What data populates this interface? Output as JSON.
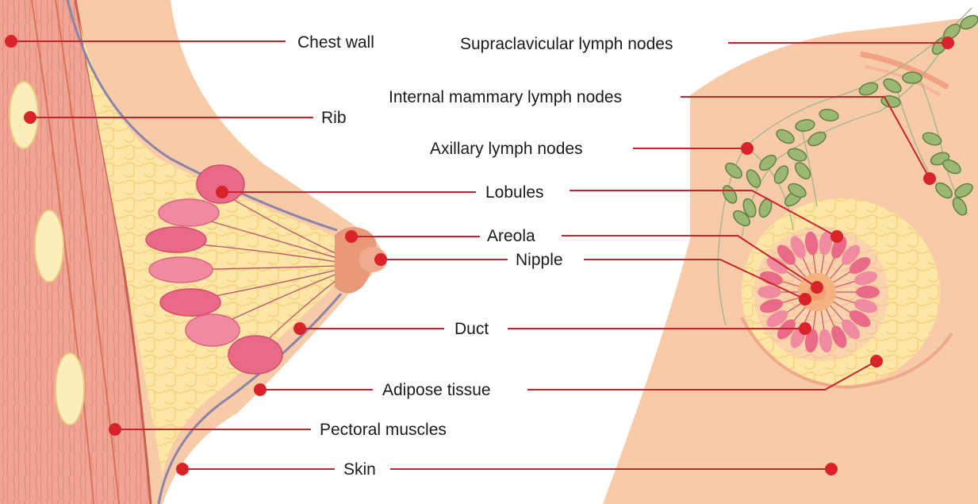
{
  "colors": {
    "skin": "#f7c9a6",
    "skin_dark": "#e8a983",
    "muscle": "#e88e7e",
    "muscle_light": "#f4b4a2",
    "fat": "#fcd98a",
    "fat_light": "#fde8a8",
    "lobule": "#e96a86",
    "lobule_light": "#f08aa0",
    "duct": "#b8506a",
    "areola": "#e9987a",
    "node": "#8fae6a",
    "node_dark": "#5f8043",
    "vessel": "#a8b48a",
    "outline": "#8c84a8",
    "leader": "#c8232c",
    "dot": "#d8232a"
  },
  "labels": {
    "chest_wall": "Chest wall",
    "rib": "Rib",
    "lobules": "Lobules",
    "areola": "Areola",
    "nipple": "Nipple",
    "duct": "Duct",
    "adipose_tissue": "Adipose tissue",
    "pectoral_muscles": "Pectoral muscles",
    "skin": "Skin",
    "supraclavicular": "Supraclavicular lymph nodes",
    "internal_mammary": "Internal mammary lymph nodes",
    "axillary": "Axillary lymph nodes"
  }
}
